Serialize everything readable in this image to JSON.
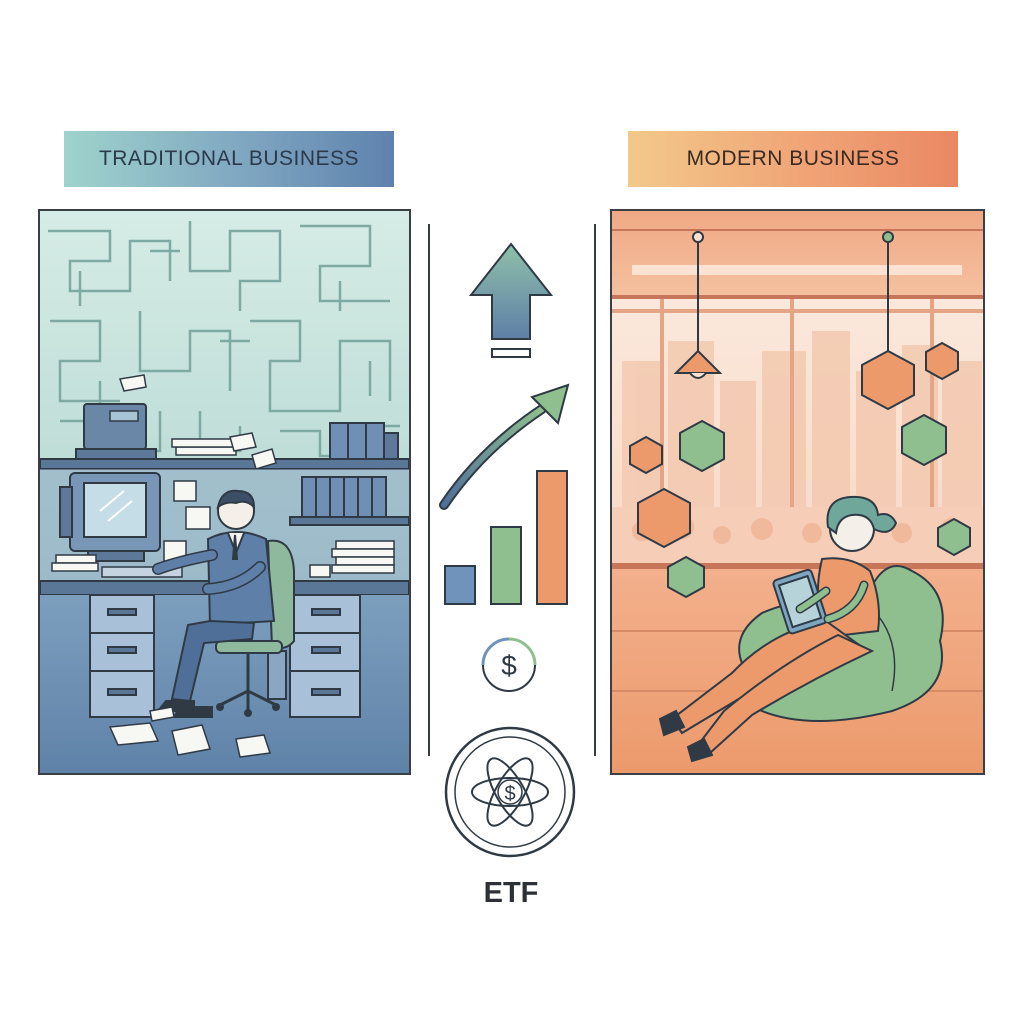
{
  "left": {
    "banner": "TRADITIONAL BUSINESS"
  },
  "right": {
    "banner": "MODERN BUSINESS"
  },
  "center": {
    "coin_symbol": "$",
    "etf_symbol": "$",
    "etf_label": "ETF"
  },
  "colors": {
    "traditional_blue": "#6f93bb",
    "traditional_green": "#9fd3c6",
    "modern_orange": "#ec9a6c",
    "modern_green": "#8fb98f",
    "line_dark": "#2f3a45"
  },
  "icons": [
    "up-arrow-icon",
    "trend-arrow-icon",
    "bar-chart-icon",
    "dollar-coin-icon",
    "etf-atom-icon"
  ]
}
